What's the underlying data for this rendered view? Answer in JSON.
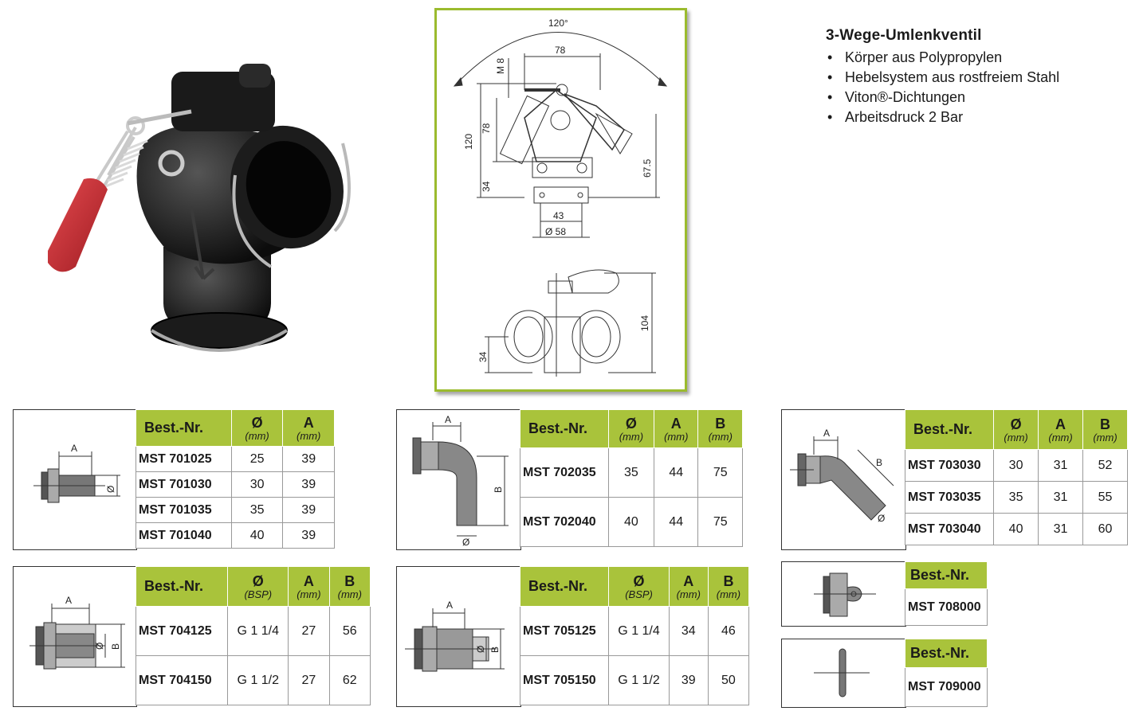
{
  "product": {
    "title": "3-Wege-Umlenkventil",
    "features": [
      "Körper aus Polypropylen",
      "Hebelsystem aus rostfreiem Stahl",
      "Viton®-Dichtungen",
      "Arbeitsdruck 2 Bar"
    ]
  },
  "drawing": {
    "angle": "120°",
    "dims": {
      "top_width": "78",
      "m8": "M 8",
      "left_height": "120",
      "inner_height": "78",
      "bottom_offset": "34",
      "right_height": "67.5",
      "width_43": "43",
      "dia_58": "Ø 58",
      "side_height": "104",
      "side_offset": "34"
    }
  },
  "tables": {
    "t1": {
      "headers": [
        "Best.-Nr.",
        "Ø",
        "A"
      ],
      "units": [
        "",
        "(mm)",
        "(mm)"
      ],
      "rows": [
        [
          "MST 701025",
          "25",
          "39"
        ],
        [
          "MST 701030",
          "30",
          "39"
        ],
        [
          "MST 701035",
          "35",
          "39"
        ],
        [
          "MST 701040",
          "40",
          "39"
        ]
      ],
      "diagram_labels": [
        "A",
        "Ø"
      ]
    },
    "t2": {
      "headers": [
        "Best.-Nr.",
        "Ø",
        "A",
        "B"
      ],
      "units": [
        "",
        "(mm)",
        "(mm)",
        "(mm)"
      ],
      "rows": [
        [
          "MST 702035",
          "35",
          "44",
          "75"
        ],
        [
          "MST 702040",
          "40",
          "44",
          "75"
        ]
      ],
      "diagram_labels": [
        "A",
        "B",
        "Ø"
      ]
    },
    "t3": {
      "headers": [
        "Best.-Nr.",
        "Ø",
        "A",
        "B"
      ],
      "units": [
        "",
        "(mm)",
        "(mm)",
        "(mm)"
      ],
      "rows": [
        [
          "MST 703030",
          "30",
          "31",
          "52"
        ],
        [
          "MST 703035",
          "35",
          "31",
          "55"
        ],
        [
          "MST 703040",
          "40",
          "31",
          "60"
        ]
      ],
      "diagram_labels": [
        "A",
        "B",
        "Ø"
      ]
    },
    "t4": {
      "headers": [
        "Best.-Nr.",
        "Ø",
        "A",
        "B"
      ],
      "units": [
        "",
        "(BSP)",
        "(mm)",
        "(mm)"
      ],
      "rows": [
        [
          "MST 704125",
          "G 1 1/4",
          "27",
          "56"
        ],
        [
          "MST 704150",
          "G 1 1/2",
          "27",
          "62"
        ]
      ],
      "diagram_labels": [
        "A",
        "Ø",
        "B"
      ]
    },
    "t5": {
      "headers": [
        "Best.-Nr.",
        "Ø",
        "A",
        "B"
      ],
      "units": [
        "",
        "(BSP)",
        "(mm)",
        "(mm)"
      ],
      "rows": [
        [
          "MST 705125",
          "G 1 1/4",
          "34",
          "46"
        ],
        [
          "MST 705150",
          "G 1 1/2",
          "39",
          "50"
        ]
      ],
      "diagram_labels": [
        "A",
        "Ø",
        "B"
      ]
    },
    "t6": {
      "headers": [
        "Best.-Nr."
      ],
      "rows": [
        [
          "MST 708000"
        ]
      ]
    },
    "t7": {
      "headers": [
        "Best.-Nr."
      ],
      "rows": [
        [
          "MST 709000"
        ]
      ]
    }
  }
}
